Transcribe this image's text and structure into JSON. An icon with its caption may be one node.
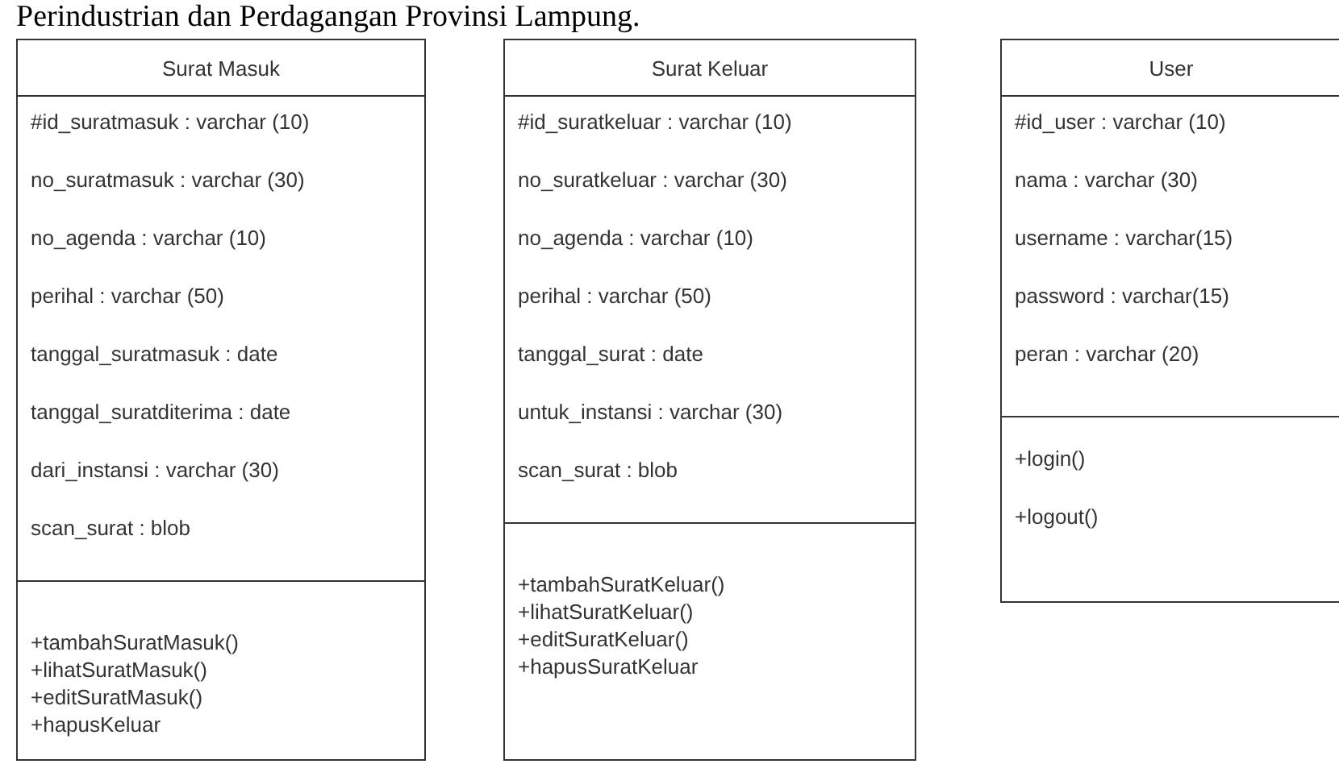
{
  "diagram": {
    "nodes": [
      {
        "text": [
          "Surat Masuk"
        ]
      },
      {
        "text": [
          "#id_suratmasuk : varchar (10)",
          "no_suratmasuk : varchar (30)",
          "no_agenda : varchar (10)",
          "perihal : varchar (50)",
          "tanggal_suratmasuk : date",
          "tanggal_suratditerima : date",
          "dari_instansi : varchar (30)",
          "scan_surat : blob"
        ],
        "in": 0
      },
      {
        "text": [
          "+tambahSuratMasuk()",
          "+lihatSuratMasuk()",
          "+editSuratMasuk()",
          "+hapusKeluar"
        ],
        "in": 0
      },
      {
        "text": [
          "Surat Keluar"
        ]
      },
      {
        "text": [
          "#id_suratkeluar : varchar (10)",
          "no_suratkeluar : varchar (30)",
          "no_agenda : varchar (10)",
          "perihal : varchar (50)",
          "tanggal_surat : date",
          "untuk_instansi : varchar (30)",
          "scan_surat : blob"
        ],
        "in": 3
      },
      {
        "text": [
          "+tambahSuratKeluar()",
          "+lihatSuratKeluar()",
          "+editSuratKeluar()",
          "+hapusSuratKeluar"
        ],
        "in": 3
      },
      {
        "text": [
          "User"
        ]
      },
      {
        "text": [
          "#id_user : varchar (10)",
          "nama : varchar (30)",
          "username : varchar(15)",
          "password : varchar(15)",
          "peran : varchar (20)"
        ],
        "in": 6
      },
      {
        "text": [
          "+login()",
          "+logout()"
        ],
        "in": 6
      }
    ],
    "labels": [
      "Perindustrian dan Perdagangan Provinsi Lampung."
    ]
  }
}
